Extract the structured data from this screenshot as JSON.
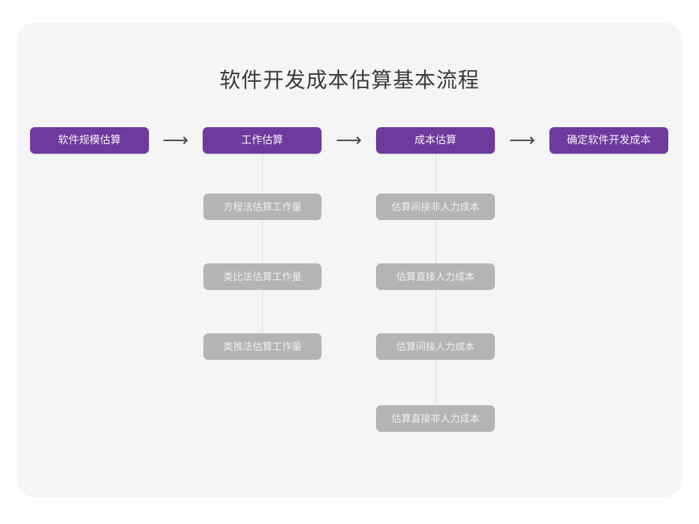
{
  "title": "软件开发成本估算基本流程",
  "colors": {
    "page_background": "#ffffff",
    "card_background": "#f5f5f5",
    "primary_node": "#6e3a9e",
    "primary_node_text": "#f2eef6",
    "secondary_node": "#b4b4b4",
    "secondary_node_text": "#efefef",
    "title_text": "#3c3a3a",
    "connector_line": "#dcdcdc",
    "arrow": "#4a4a4a"
  },
  "flow": {
    "arrow_glyph": "⟶",
    "stages": [
      {
        "label": "软件规模估算",
        "substeps": []
      },
      {
        "label": "工作估算",
        "substeps": [
          "方程法估算工作量",
          "类比法估算工作量",
          "类推法估算工作量"
        ]
      },
      {
        "label": "成本估算",
        "substeps": [
          "估算间接非人力成本",
          "估算直接人力成本",
          "估算间接人力成本",
          "估算直接非人力成本"
        ]
      },
      {
        "label": "确定软件开发成本",
        "substeps": []
      }
    ]
  }
}
